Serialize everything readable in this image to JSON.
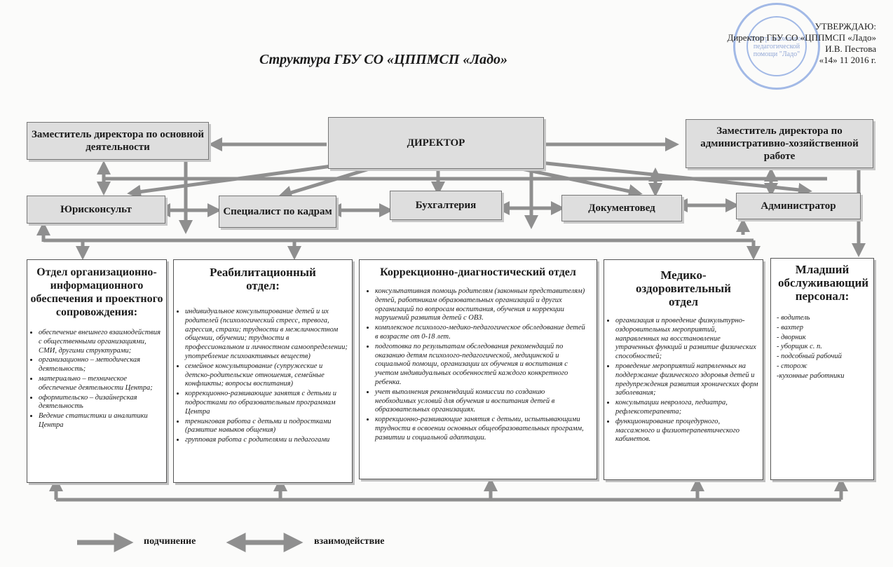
{
  "header": {
    "title": "Структура ГБУ СО «ЦППМСП «Ладо»",
    "approval": {
      "line1": "УТВЕРЖДАЮ:",
      "line2": "Директор ГБУ СО «ЦППМСП «Ладо»",
      "line3": "И.В. Пестова",
      "line4": "«14» 11 2016 г."
    },
    "stamp_text": "Центр психолого-педагогической помощи \"Ладо\""
  },
  "top_row": {
    "deputy_main": "Заместитель директора по основной деятельности",
    "director": "ДИРЕКТОР",
    "deputy_admin": "Заместитель директора по административно-хозяйственной работе"
  },
  "middle_row": {
    "legal": "Юрисконсульт",
    "hr": "Специалист по кадрам",
    "accounting": "Бухгалтерия",
    "docs": "Документовед",
    "admin": "Администратор"
  },
  "departments": [
    {
      "title": "Отдел организационно-информационного обеспечения и проектного сопровождения:",
      "items": [
        "обеспечение внешнего взаимодействия с общественными организациями, СМИ, другими структурами;",
        "организационно – методическая деятельность;",
        "материально – техническое обеспечение деятельности Центра;",
        "оформительско – дизайнерская деятельность",
        "Ведение статистики и аналитики Центра"
      ]
    },
    {
      "title": "Реабилитационный отдел:",
      "items": [
        "индивидуальное консультирование детей и их родителей (психологический стресс, тревога, агрессия, страхи; трудности в межличностном общении, обучении; трудности в профессиональном и личностном самоопределении; употребление психоактивных веществ)",
        "семейное консультирование (супружеские и детско-родительские отношения, семейные конфликты; вопросы воспитания)",
        "коррекционно-развивающие занятия с детьми и подростками по образовательным программам Центра",
        "тренинговая работа с детьми и подростками (развитие навыков общения)",
        "групповая работа с родителями и педагогами"
      ]
    },
    {
      "title": "Коррекционно-диагностический отдел",
      "items": [
        "консультативная помощь родителям (законным представителям) детей, работникам образовательных организаций и других организаций по вопросам воспитания, обучения и коррекции нарушений развития детей с ОВЗ.",
        "комплексное психолого-медико-педагогическое обследование детей в возрасте от 0-18 лет.",
        "подготовка по результатам обследования рекомендаций по оказанию детям психолого-педагогической, медицинской и социальной помощи, организации их обучения и воспитания с учетом индивидуальных особенностей каждого конкретного ребенка.",
        "учет выполнения рекомендаций комиссии по созданию необходимых условий для обучения и воспитания детей в образовательных организациях.",
        "коррекционно-развивающие занятия с детьми, испытывающими трудности в освоении основных общеобразовательных программ, развитии и социальной адаптации."
      ]
    },
    {
      "title": "Медико-оздоровительный отдел",
      "items": [
        "организация и проведение физкультурно-оздоровительных мероприятий, направленных на восстановление утраченных функций и развитие физических способностей;",
        "проведение мероприятий напрвленных на поддержание физического здоровья детей и предупреждения развития хронических форм заболевания;",
        "консультации невролога, педиатра, рефлексотерапевта;",
        "функционирование процедурного, массажного и физиотерапевтического кабинетов."
      ]
    },
    {
      "title": "Младший обслуживающий персонал:",
      "items": [
        "- водитель",
        "- вахтер",
        "- дворник",
        "- уборщик с. п.",
        "- подсобный рабочий",
        "- сторож",
        "-кухонные работники"
      ]
    }
  ],
  "legend": {
    "subordination": "подчинение",
    "interaction": "взаимодействие"
  },
  "colors": {
    "box_fill": "#dedede",
    "arrow": "#8f8f8f",
    "stamp": "#5b84d6"
  }
}
